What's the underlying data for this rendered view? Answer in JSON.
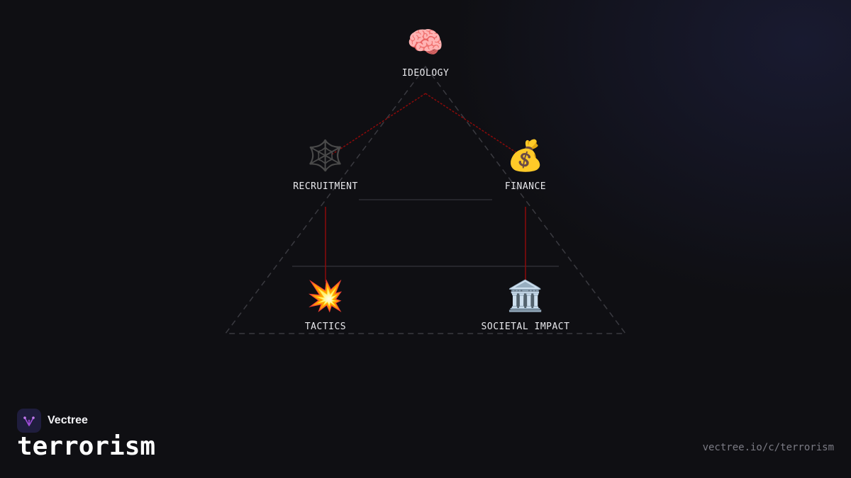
{
  "nodes": {
    "ideology": {
      "icon": "🧠",
      "icon_name": "brain-icon",
      "label": "IDEOLOGY"
    },
    "recruitment": {
      "icon": "🕸️",
      "icon_name": "spider-web-icon",
      "label": "RECRUITMENT"
    },
    "finance": {
      "icon": "💰",
      "icon_name": "money-bag-icon",
      "label": "FINANCE"
    },
    "tactics": {
      "icon": "💥",
      "icon_name": "collision-icon",
      "label": "TACTICS"
    },
    "societal_impact": {
      "icon": "🏛️",
      "icon_name": "classical-building-icon",
      "label": "SOCIETAL IMPACT"
    }
  },
  "connections": [
    [
      "ideology",
      "recruitment"
    ],
    [
      "ideology",
      "finance"
    ],
    [
      "recruitment",
      "tactics"
    ],
    [
      "finance",
      "societal_impact"
    ]
  ],
  "colors": {
    "background": "#0f0f13",
    "connector": "#8b0a0a",
    "outline": "#3a3a40",
    "logo_bg": "#1f1d3d",
    "logo_accent": "#a04ddb"
  },
  "brand": {
    "name": "Vectree",
    "logo_icon": "vectree-logo-icon"
  },
  "topic": {
    "title": "terrorism"
  },
  "footer": {
    "url": "vectree.io/c/terrorism"
  }
}
